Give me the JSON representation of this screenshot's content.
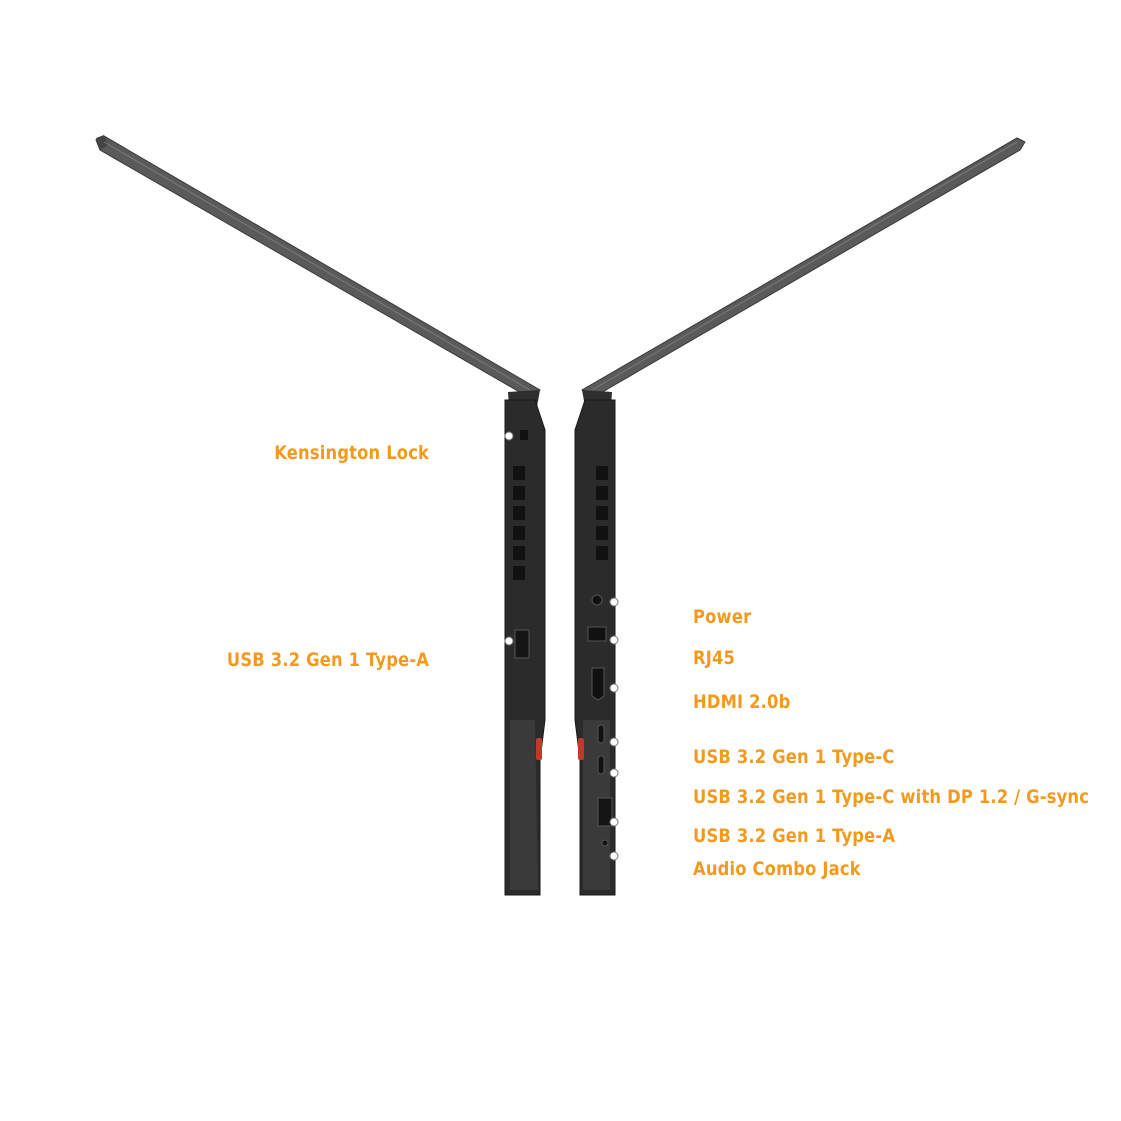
{
  "left_side": {
    "labels": {
      "kensington_lock": "Kensington Lock",
      "usb_type_a": "USB 3.2 Gen 1 Type-A"
    }
  },
  "right_side": {
    "labels": {
      "power": "Power",
      "rj45": "RJ45",
      "hdmi": "HDMI 2.0b",
      "usb_type_c": "USB 3.2 Gen 1 Type-C",
      "usb_type_c_dp": "USB 3.2 Gen 1 Type-C with DP 1.2 / G-sync",
      "usb_type_a": "USB 3.2 Gen 1 Type-A",
      "audio_jack": "Audio Combo Jack"
    }
  },
  "colors": {
    "label": "#f39a1e",
    "chassis": "#2b2b2b",
    "lid": "#5a5a5a",
    "accent": "#c0392b"
  }
}
